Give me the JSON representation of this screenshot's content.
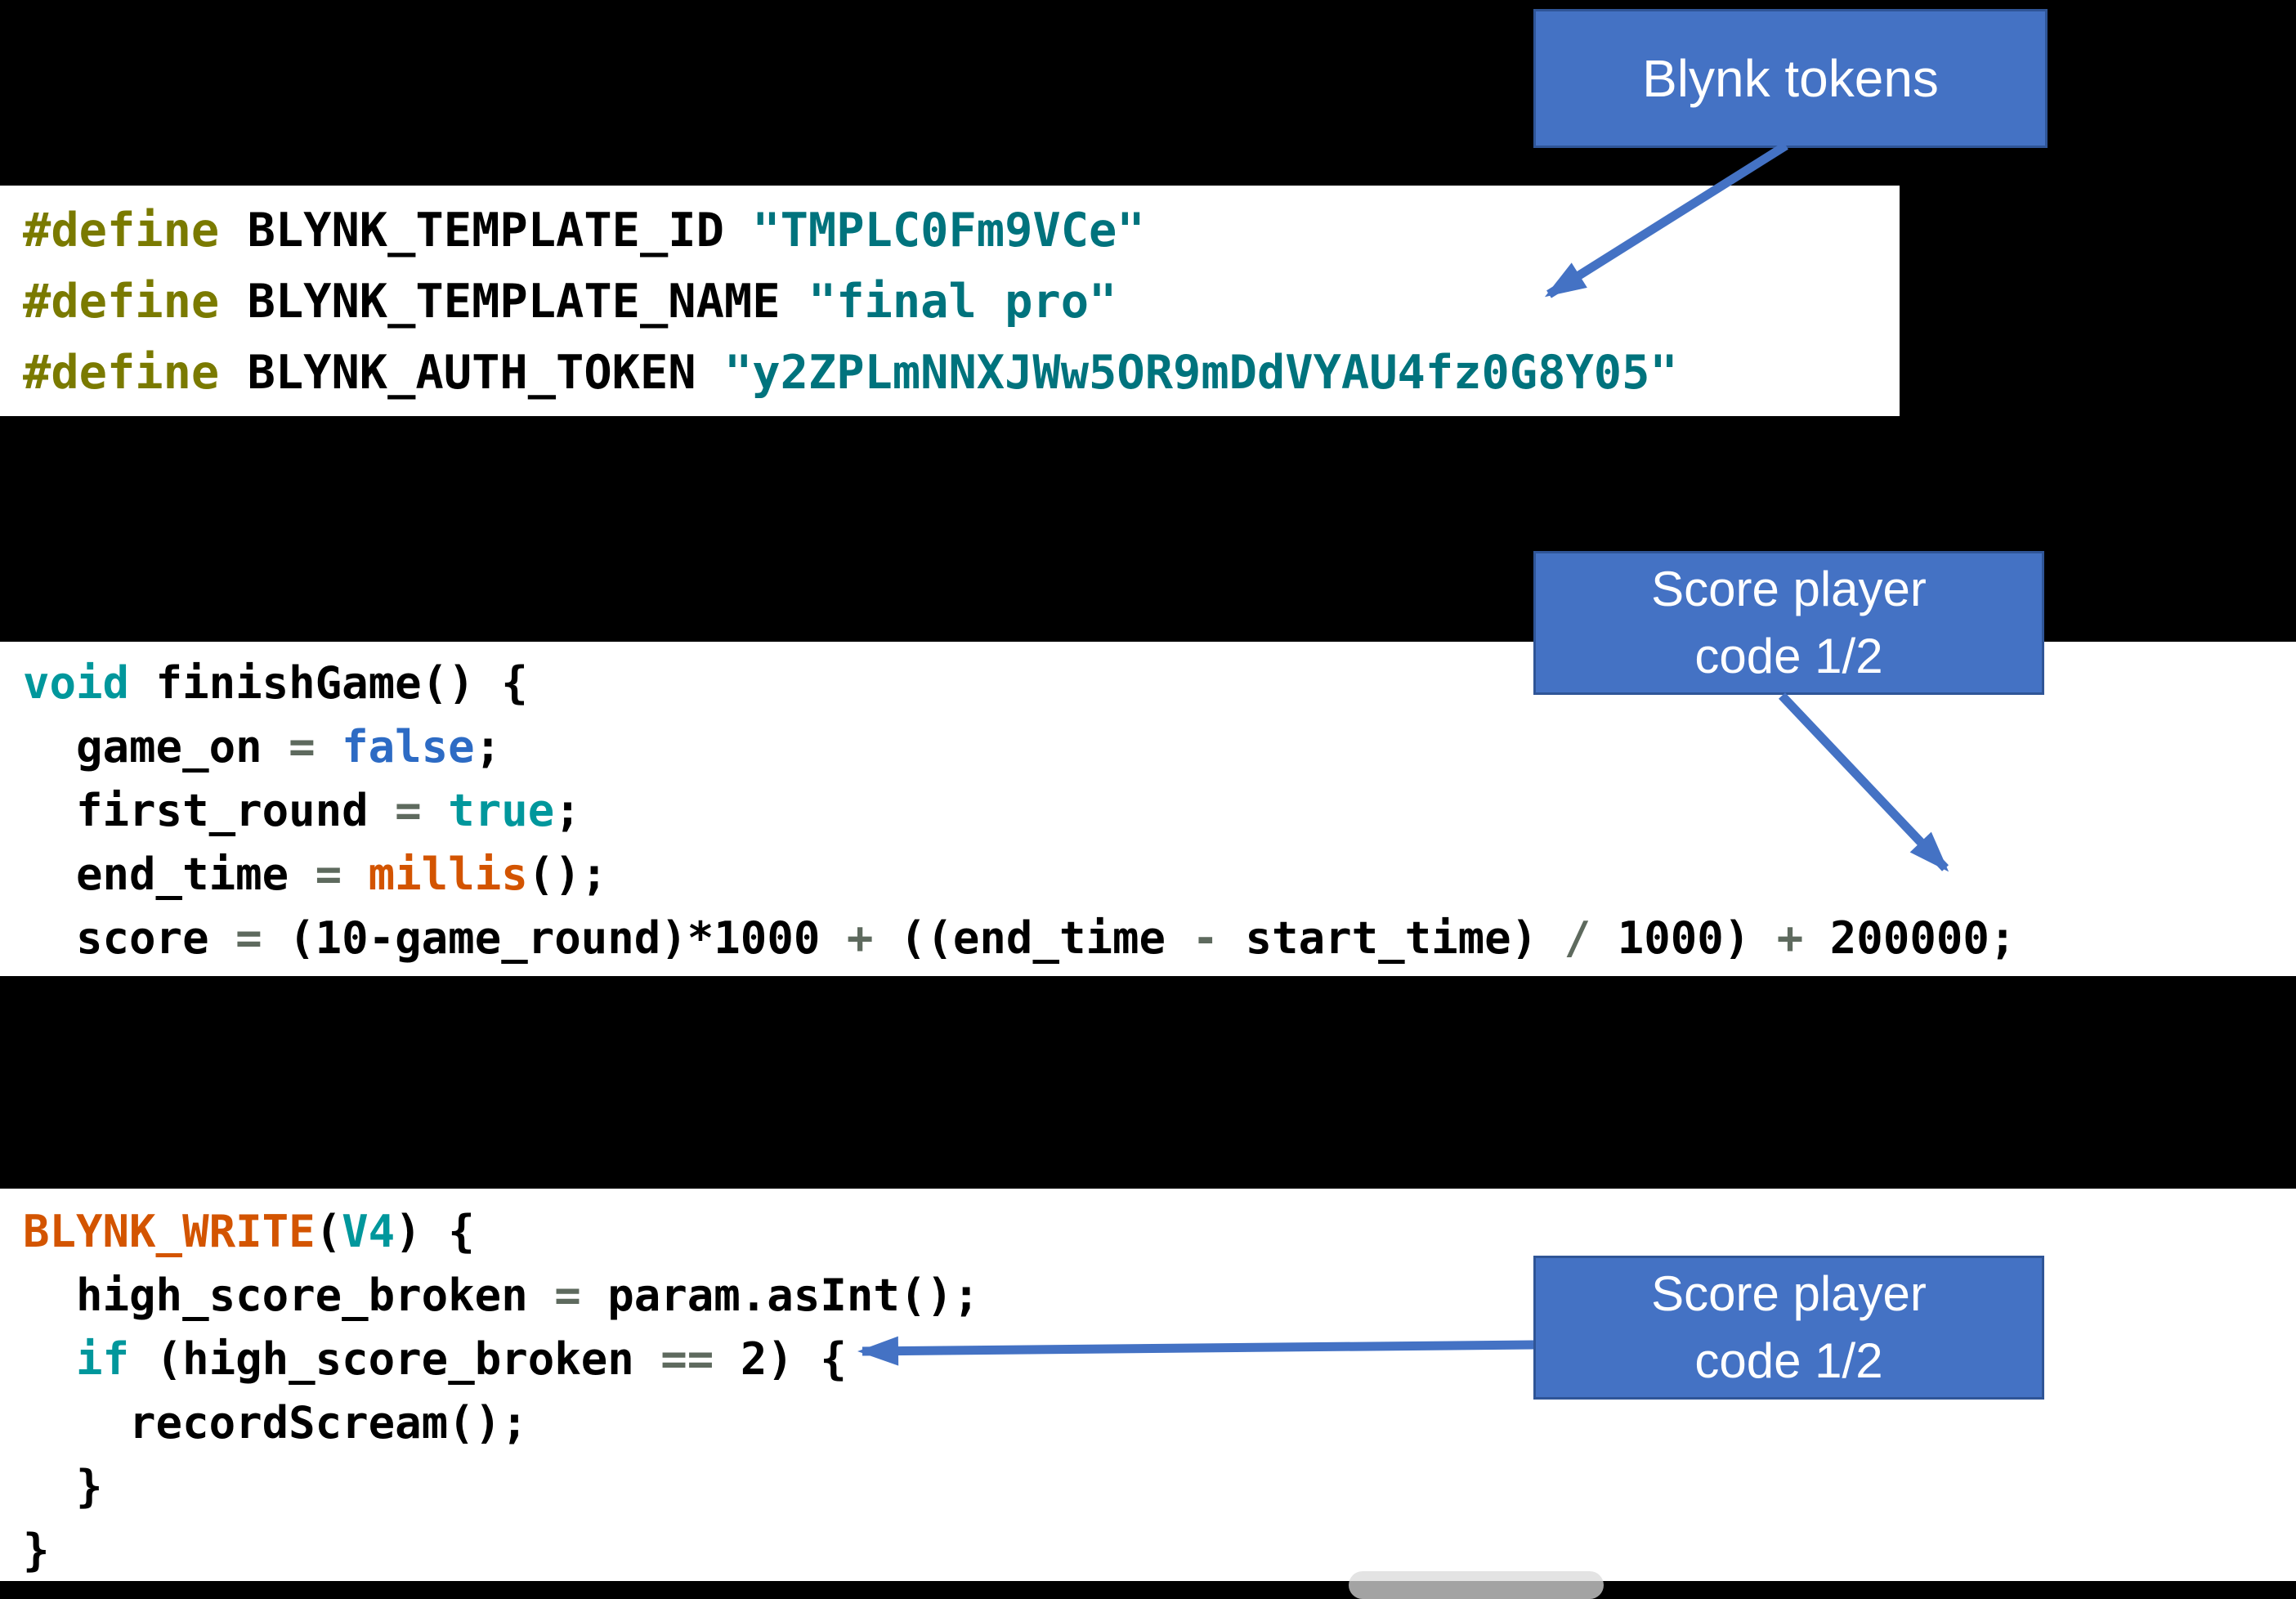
{
  "page": {
    "background": "#000000"
  },
  "colors": {
    "accent_blue": "#4472C4",
    "callout_border": "#2F5597",
    "code_background": "#FFFFFF",
    "directive": "#7A7A00",
    "string": "#00737D",
    "keyword": "#00979C",
    "literal_false": "#2D6BC4",
    "function": "#D35400",
    "operator": "#5E6A5E",
    "plain": "#000000"
  },
  "callouts": [
    {
      "name": "blynk-tokens",
      "lines": [
        "Blynk tokens"
      ]
    },
    {
      "name": "score-player-code-1",
      "lines": [
        "Score player",
        "code 1/2"
      ]
    },
    {
      "name": "score-player-code-2",
      "lines": [
        "Score player",
        "code 1/2"
      ]
    }
  ],
  "code_blocks": [
    {
      "name": "blynk-defines",
      "lines": [
        [
          {
            "t": "#define",
            "c": "directive"
          },
          {
            "t": " BLYNK_TEMPLATE_ID ",
            "c": "plain"
          },
          {
            "t": "\"TMPLC0Fm9VCe\"",
            "c": "string"
          }
        ],
        [
          {
            "t": "#define",
            "c": "directive"
          },
          {
            "t": " BLYNK_TEMPLATE_NAME ",
            "c": "plain"
          },
          {
            "t": "\"final pro\"",
            "c": "string"
          }
        ],
        [
          {
            "t": "#define",
            "c": "directive"
          },
          {
            "t": " BLYNK_AUTH_TOKEN ",
            "c": "plain"
          },
          {
            "t": "\"y2ZPLmNNXJWw5OR9mDdVYAU4fz0G8Y05\"",
            "c": "string"
          }
        ]
      ]
    },
    {
      "name": "finish-game-function",
      "lines": [
        [
          {
            "t": "void",
            "c": "keyword"
          },
          {
            "t": " finishGame() {",
            "c": "plain"
          }
        ],
        [
          {
            "t": "  game_on ",
            "c": "plain"
          },
          {
            "t": "=",
            "c": "operator"
          },
          {
            "t": " ",
            "c": "plain"
          },
          {
            "t": "false",
            "c": "literal_false"
          },
          {
            "t": ";",
            "c": "plain"
          }
        ],
        [
          {
            "t": "  first_round ",
            "c": "plain"
          },
          {
            "t": "=",
            "c": "operator"
          },
          {
            "t": " ",
            "c": "plain"
          },
          {
            "t": "true",
            "c": "keyword"
          },
          {
            "t": ";",
            "c": "plain"
          }
        ],
        [
          {
            "t": "  end_time ",
            "c": "plain"
          },
          {
            "t": "=",
            "c": "operator"
          },
          {
            "t": " ",
            "c": "plain"
          },
          {
            "t": "millis",
            "c": "function"
          },
          {
            "t": "();",
            "c": "plain"
          }
        ],
        [
          {
            "t": "  score ",
            "c": "plain"
          },
          {
            "t": "=",
            "c": "operator"
          },
          {
            "t": " (10-game_round)*1000 ",
            "c": "plain"
          },
          {
            "t": "+",
            "c": "operator"
          },
          {
            "t": " ((end_time ",
            "c": "plain"
          },
          {
            "t": "-",
            "c": "operator"
          },
          {
            "t": " start_time) ",
            "c": "plain"
          },
          {
            "t": "/",
            "c": "operator"
          },
          {
            "t": " 1000) ",
            "c": "plain"
          },
          {
            "t": "+",
            "c": "operator"
          },
          {
            "t": " 200000;",
            "c": "plain"
          }
        ]
      ]
    },
    {
      "name": "blynk-write-handler",
      "lines": [
        [
          {
            "t": "BLYNK_WRITE",
            "c": "function"
          },
          {
            "t": "(",
            "c": "plain"
          },
          {
            "t": "V4",
            "c": "keyword"
          },
          {
            "t": ") {",
            "c": "plain"
          }
        ],
        [
          {
            "t": "  high_score_broken ",
            "c": "plain"
          },
          {
            "t": "=",
            "c": "operator"
          },
          {
            "t": " param.asInt();",
            "c": "plain"
          }
        ],
        [
          {
            "t": "  ",
            "c": "plain"
          },
          {
            "t": "if",
            "c": "keyword"
          },
          {
            "t": " (high_score_broken ",
            "c": "plain"
          },
          {
            "t": "==",
            "c": "operator"
          },
          {
            "t": " 2) {",
            "c": "plain"
          }
        ],
        [
          {
            "t": "    recordScream();",
            "c": "plain"
          }
        ],
        [
          {
            "t": "  }",
            "c": "plain"
          }
        ],
        [
          {
            "t": "}",
            "c": "plain"
          }
        ]
      ]
    }
  ]
}
